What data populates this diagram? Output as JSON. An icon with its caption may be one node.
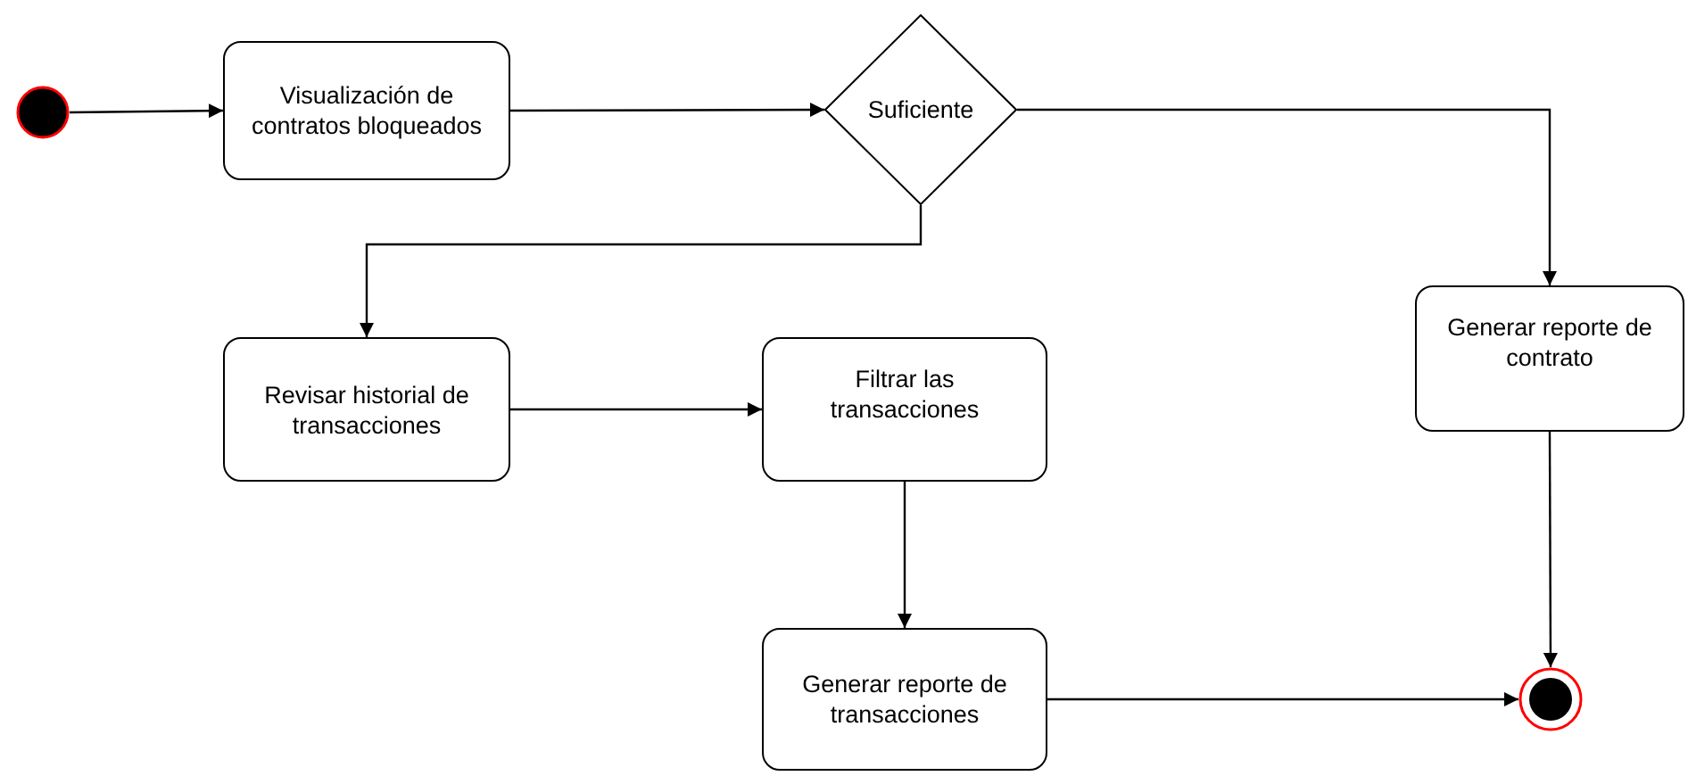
{
  "diagram": {
    "nodes": [
      {
        "text": [],
        "shape": "circle"
      },
      {
        "text": [
          "Visualización de contratos bloqueados"
        ]
      },
      {
        "text": [
          "Suficiente"
        ]
      },
      {
        "text": [
          "Revisar historial de transacciones"
        ]
      },
      {
        "text": [
          "Filtrar las transacciones"
        ]
      },
      {
        "text": [
          "Generar reporte de transacciones"
        ]
      },
      {
        "text": [
          "Generar reporte de contrato"
        ]
      },
      {
        "text": [],
        "shape": "circle"
      }
    ],
    "edges": [
      {
        "from": 0,
        "to": 1,
        "arrow": "to"
      },
      {
        "from": 1,
        "to": 2,
        "arrow": "to"
      },
      {
        "from": 2,
        "to": 3,
        "arrow": "to"
      },
      {
        "from": 2,
        "to": 6,
        "arrow": "to"
      },
      {
        "from": 3,
        "to": 4,
        "arrow": "to"
      },
      {
        "from": 4,
        "to": 5,
        "arrow": "to"
      },
      {
        "from": 5,
        "to": 7,
        "arrow": "to"
      },
      {
        "from": 6,
        "to": 7,
        "arrow": "to"
      }
    ]
  }
}
